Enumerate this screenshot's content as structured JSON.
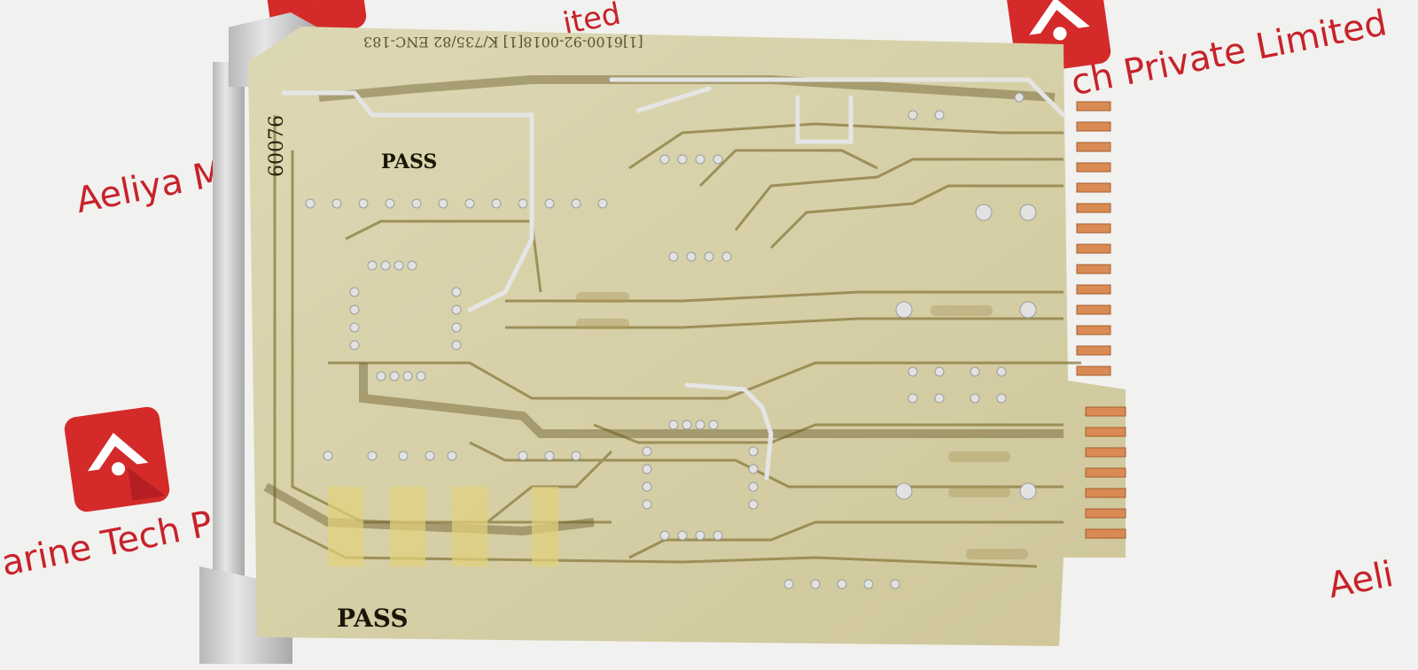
{
  "watermark": {
    "brand_primary": "Aeliya Ma",
    "brand_primary_2": "Aeli",
    "brand_secondary": "arine Tech Pri",
    "brand_tertiary": "ch Private Limited",
    "brand_top_fragment": "ited",
    "color": "#c8222a",
    "logo_icon": "home-arrow-logo-icon"
  },
  "board": {
    "stamp_pass_top": "PASS",
    "stamp_pass_bottom": "PASS",
    "serial_vertical": "60076",
    "part_number_mirrored": "[1]6100-92-0018[1]   K/735/82   ENC-183",
    "substrate_color": "#d7d1a6",
    "trace_color": "#8a7a3e",
    "solder_color": "#e2e2e2",
    "contact_color": "#d98b53",
    "bracket_color": "#c4c4c4"
  }
}
